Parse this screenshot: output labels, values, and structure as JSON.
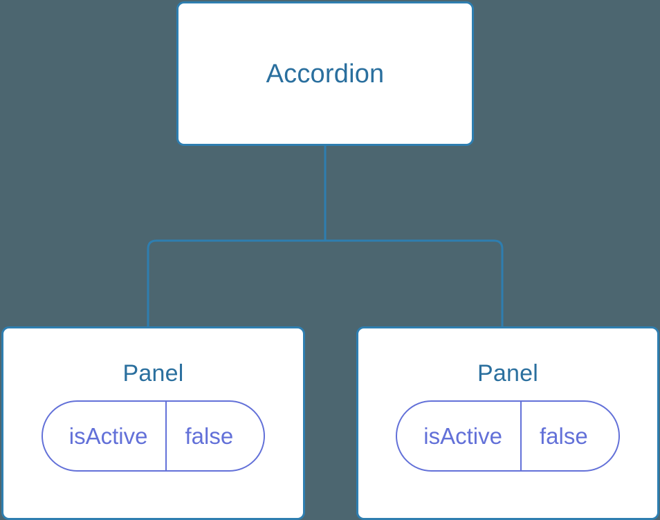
{
  "diagram": {
    "type": "component-tree",
    "background_color": "#4c6670",
    "connector_color": "#2e7eb0",
    "node_border_color": "#2e7eb0",
    "node_title_color": "#2a6f9e",
    "prop_color": "#6270d8",
    "root": {
      "label": "Accordion"
    },
    "children": [
      {
        "label": "Panel",
        "props": [
          {
            "key": "isActive",
            "value": "false"
          }
        ]
      },
      {
        "label": "Panel",
        "props": [
          {
            "key": "isActive",
            "value": "false"
          }
        ]
      }
    ]
  }
}
